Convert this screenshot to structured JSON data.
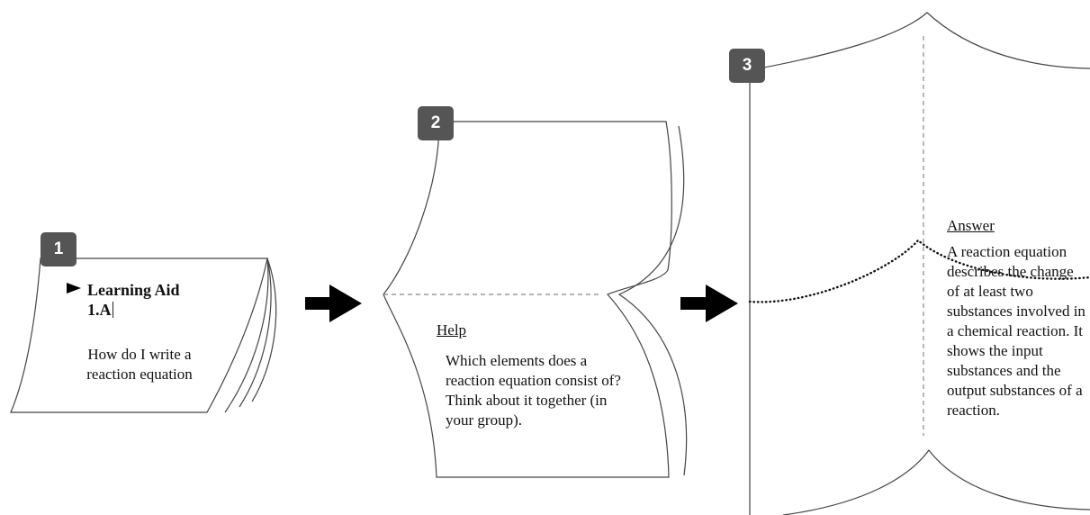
{
  "steps": [
    {
      "number": "1",
      "title_line1": "Learning Aid",
      "title_line2": "1.A",
      "body": "How do I write a reaction equation"
    },
    {
      "number": "2",
      "heading": "Help",
      "body": "Which elements does a reaction equation consist of? Think about it together (in your group)."
    },
    {
      "number": "3",
      "heading": "Answer",
      "body": "A reaction equation describes the change of at least two substances involved in a chemical reaction. It shows the input substances and the output substances of a reaction."
    }
  ],
  "colors": {
    "badge": "#555555",
    "line": "#444444",
    "arrow": "#000000"
  },
  "icons": [
    "play-triangle-icon",
    "right-arrow-icon"
  ]
}
